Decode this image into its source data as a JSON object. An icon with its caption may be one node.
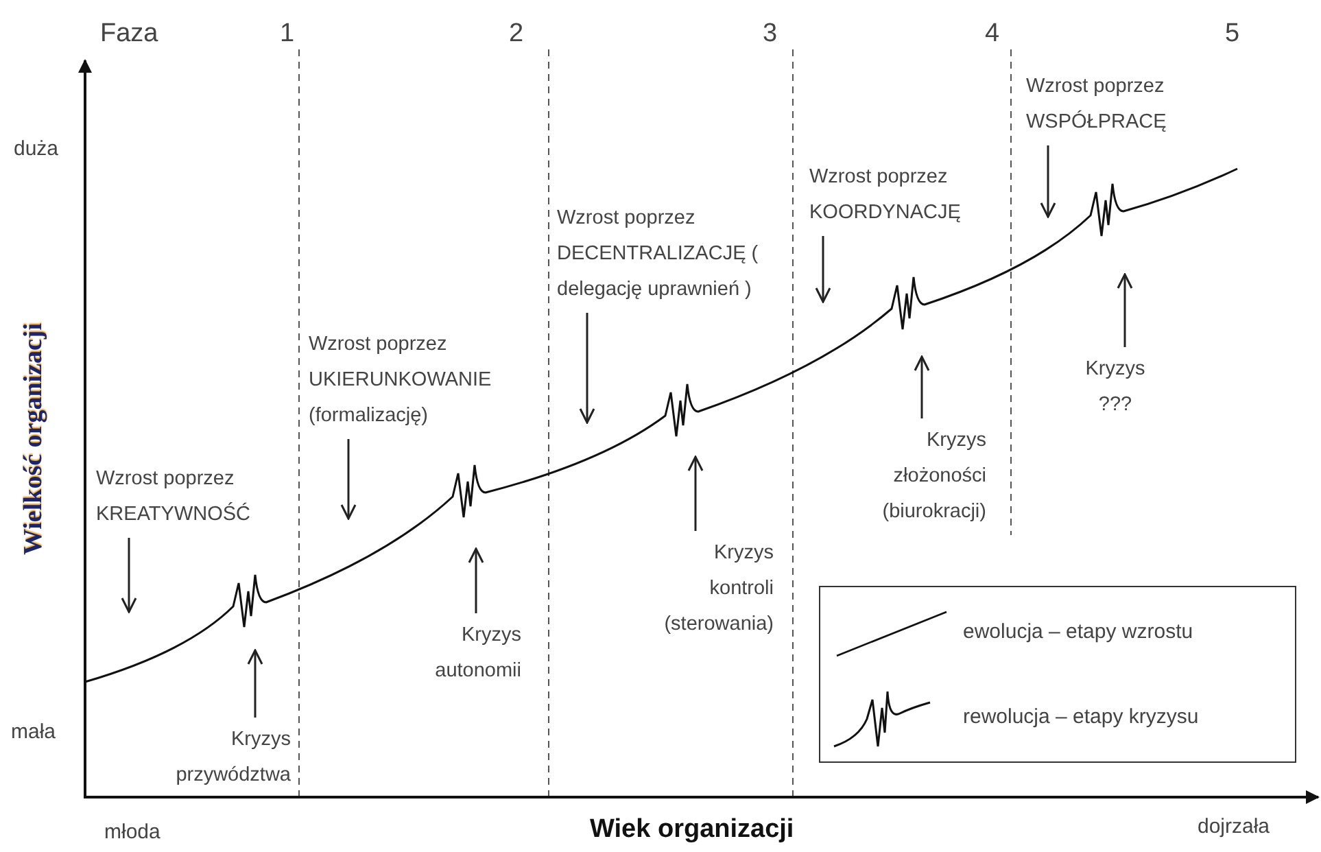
{
  "diagram": {
    "nodes": [
      {
        "text": [
          "Wzrost poprzez KREATYWNOŚĆ"
        ]
      },
      {
        "text": [
          "Wzrost poprzez UKIERUNKOWANIE (formalizację)"
        ]
      },
      {
        "text": [
          "Wzrost poprzez DECENTRALIZACJĘ ( delegację uprawnień )"
        ]
      },
      {
        "text": [
          "Wzrost poprzez KOORDYNACJĘ"
        ]
      },
      {
        "text": [
          "Wzrost poprzez WSPÓŁPRACĘ"
        ]
      },
      {
        "text": [
          "Kryzys przywództwa"
        ]
      },
      {
        "text": [
          "Kryzys autonomii"
        ]
      },
      {
        "text": [
          "Kryzys kontroli (sterowania)"
        ]
      },
      {
        "text": [
          "Kryzys złożoności (biurokracji)"
        ]
      },
      {
        "text": [
          "Kryzys ???"
        ]
      }
    ],
    "edges": [
      {
        "from": 0,
        "to": null,
        "arrow": "to"
      },
      {
        "from": 1,
        "to": null,
        "arrow": "to"
      },
      {
        "from": 2,
        "to": null,
        "arrow": "to"
      },
      {
        "from": 3,
        "to": null,
        "arrow": "to"
      },
      {
        "from": 4,
        "to": null,
        "arrow": "to"
      },
      {
        "from": 5,
        "to": null,
        "arrow": "to"
      },
      {
        "from": 6,
        "to": null,
        "arrow": "to"
      },
      {
        "from": 7,
        "to": null,
        "arrow": "to"
      },
      {
        "from": 8,
        "to": null,
        "arrow": "to"
      },
      {
        "from": 9,
        "to": null,
        "arrow": "to"
      }
    ],
    "labels": [
      "Faza",
      "1",
      "2",
      "3",
      "4",
      "5",
      "duża",
      "Wielkość organizacji",
      "mała",
      "młoda",
      "Wiek organizacji",
      "dojrzała"
    ],
    "legend": [
      {
        "text": "ewolucja – etapy wzrostu"
      },
      {
        "text": "rewolucja – etapy kryzysu"
      }
    ]
  }
}
